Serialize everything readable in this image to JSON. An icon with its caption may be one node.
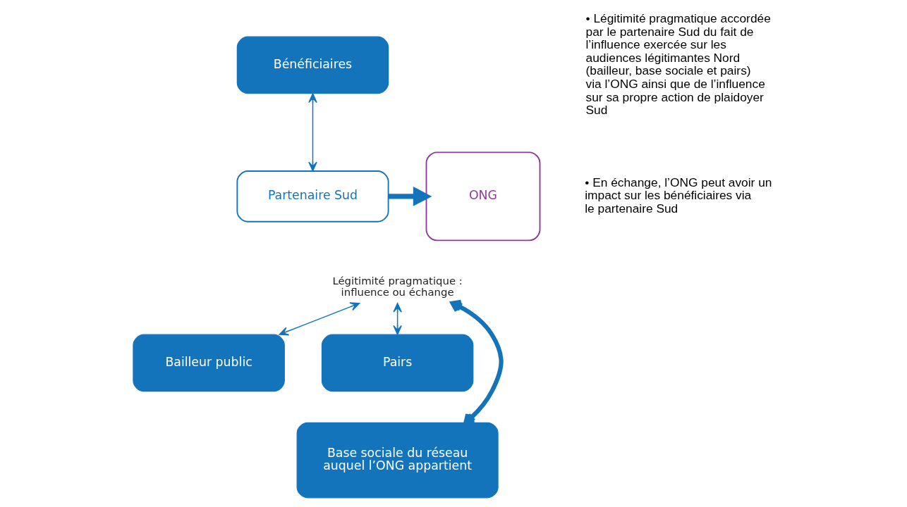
{
  "diagram": {
    "nodes": [
      {
        "text": [
          "Bénéficiaires"
        ]
      },
      {
        "text": [
          "Partenaire Sud"
        ]
      },
      {
        "text": [
          "ONG"
        ]
      },
      {
        "text": [
          "Légitimité pragmatique : influence ou échange"
        ]
      },
      {
        "text": [
          "Bailleur public"
        ]
      },
      {
        "text": [
          "Pairs"
        ]
      },
      {
        "text": [
          "Base sociale du réseau auquel l’ONG appartient"
        ]
      }
    ],
    "edges": [
      {
        "from": 0,
        "to": 1,
        "arrow": "both"
      },
      {
        "from": 1,
        "to": 2,
        "arrow": "to",
        "style": "thick"
      },
      {
        "from": 3,
        "to": 4,
        "arrow": "both"
      },
      {
        "from": 3,
        "to": 6,
        "arrow": "both",
        "style": "thick"
      },
      {
        "from": 3,
        "to": 5,
        "arrow": "both"
      }
    ],
    "labels": [
      "• Légitimité pragmatique accordée par le partenaire Sud du fait de l’influence exercée sur les audiences légitimantes Nord (bailleur, base sociale et pairs) via l’ONG ainsi que de l’influence sur sa propre action de plaidoyer Sud",
      "• En échange, l’ONG peut avoir un impact sur les bénéficiaires via le partenaire Sud"
    ]
  }
}
